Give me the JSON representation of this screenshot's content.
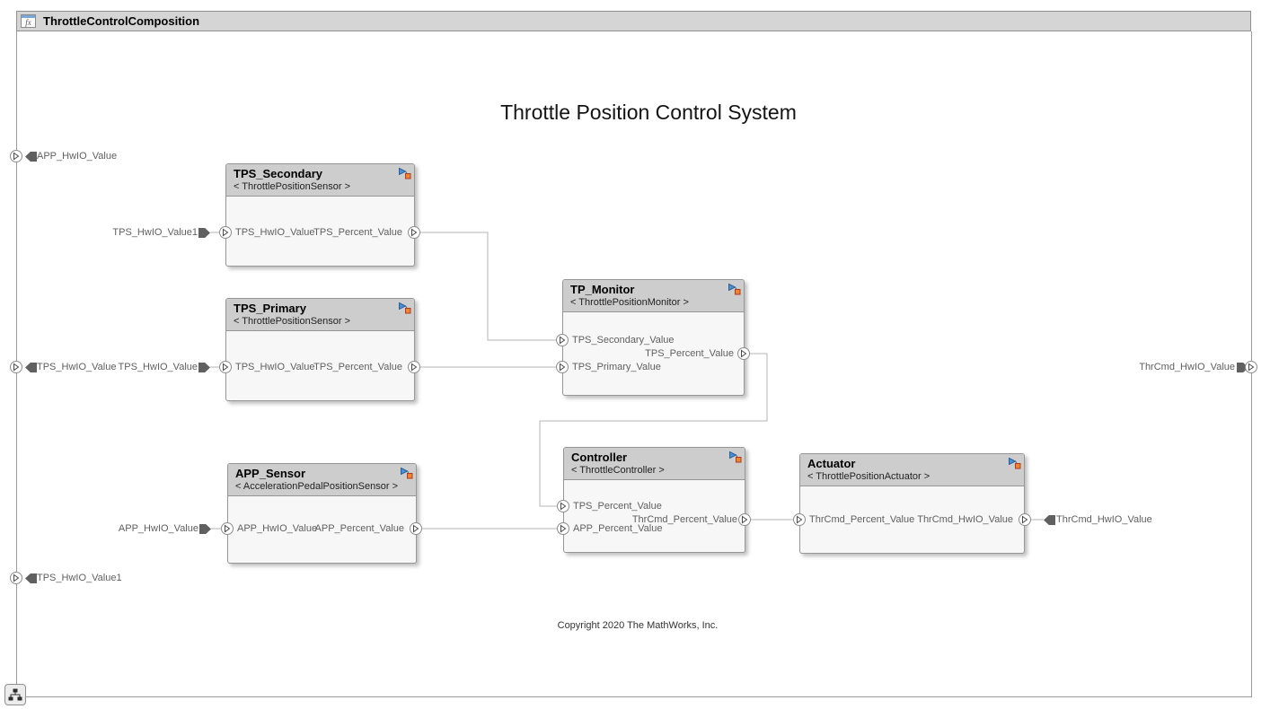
{
  "window": {
    "title": "ThrottleControlComposition",
    "fx_label": "fx"
  },
  "diagram": {
    "title": "Throttle Position Control System",
    "copyright": "Copyright 2020 The MathWorks, Inc."
  },
  "colors": {
    "block_header_bg": "#cdcdcd",
    "block_body_bg": "#f7f7f7",
    "block_border": "#969696",
    "wire": "#b4b4b4",
    "badge_triangle_blue": "#4a90d2",
    "badge_square_orange": "#f0862c",
    "port_label_gray": "#5f5f5f"
  },
  "components": {
    "tps_secondary": {
      "name": "TPS_Secondary",
      "stereotype": "< ThrottlePositionSensor >",
      "in": "TPS_HwIO_Value",
      "out": "TPS_Percent_Value"
    },
    "tps_primary": {
      "name": "TPS_Primary",
      "stereotype": "< ThrottlePositionSensor >",
      "in": "TPS_HwIO_Value",
      "out": "TPS_Percent_Value"
    },
    "app_sensor": {
      "name": "APP_Sensor",
      "stereotype": "< AccelerationPedalPositionSensor >",
      "in": "APP_HwIO_Value",
      "out": "APP_Percent_Value"
    },
    "tp_monitor": {
      "name": "TP_Monitor",
      "stereotype": "< ThrottlePositionMonitor >",
      "in1": "TPS_Secondary_Value",
      "in2": "TPS_Primary_Value",
      "out": "TPS_Percent_Value"
    },
    "controller": {
      "name": "Controller",
      "stereotype": "< ThrottleController >",
      "in1": "TPS_Percent_Value",
      "in2": "APP_Percent_Value",
      "out": "ThrCmd_Percent_Value"
    },
    "actuator": {
      "name": "Actuator",
      "stereotype": "< ThrottlePositionActuator >",
      "in": "ThrCmd_Percent_Value",
      "out": "ThrCmd_HwIO_Value"
    }
  },
  "port_tags": {
    "tps_secondary_in": "TPS_HwIO_Value1",
    "tps_primary_in": "TPS_HwIO_Value",
    "app_sensor_in": "APP_HwIO_Value",
    "actuator_out": "ThrCmd_HwIO_Value"
  },
  "edge_ports": {
    "left_app": "APP_HwIO_Value",
    "left_tps": "TPS_HwIO_Value",
    "left_tps1": "TPS_HwIO_Value1",
    "right_thrcmd": "ThrCmd_HwIO_Value"
  },
  "connections": [
    {
      "from": "TPS_Secondary.TPS_Percent_Value",
      "to": "TP_Monitor.TPS_Secondary_Value"
    },
    {
      "from": "TPS_Primary.TPS_Percent_Value",
      "to": "TP_Monitor.TPS_Primary_Value"
    },
    {
      "from": "TP_Monitor.TPS_Percent_Value",
      "to": "Controller.TPS_Percent_Value"
    },
    {
      "from": "APP_Sensor.APP_Percent_Value",
      "to": "Controller.APP_Percent_Value"
    },
    {
      "from": "Controller.ThrCmd_Percent_Value",
      "to": "Actuator.ThrCmd_Percent_Value"
    },
    {
      "from": "Actuator.ThrCmd_HwIO_Value",
      "to": "ThrCmd_HwIO_Value"
    }
  ]
}
